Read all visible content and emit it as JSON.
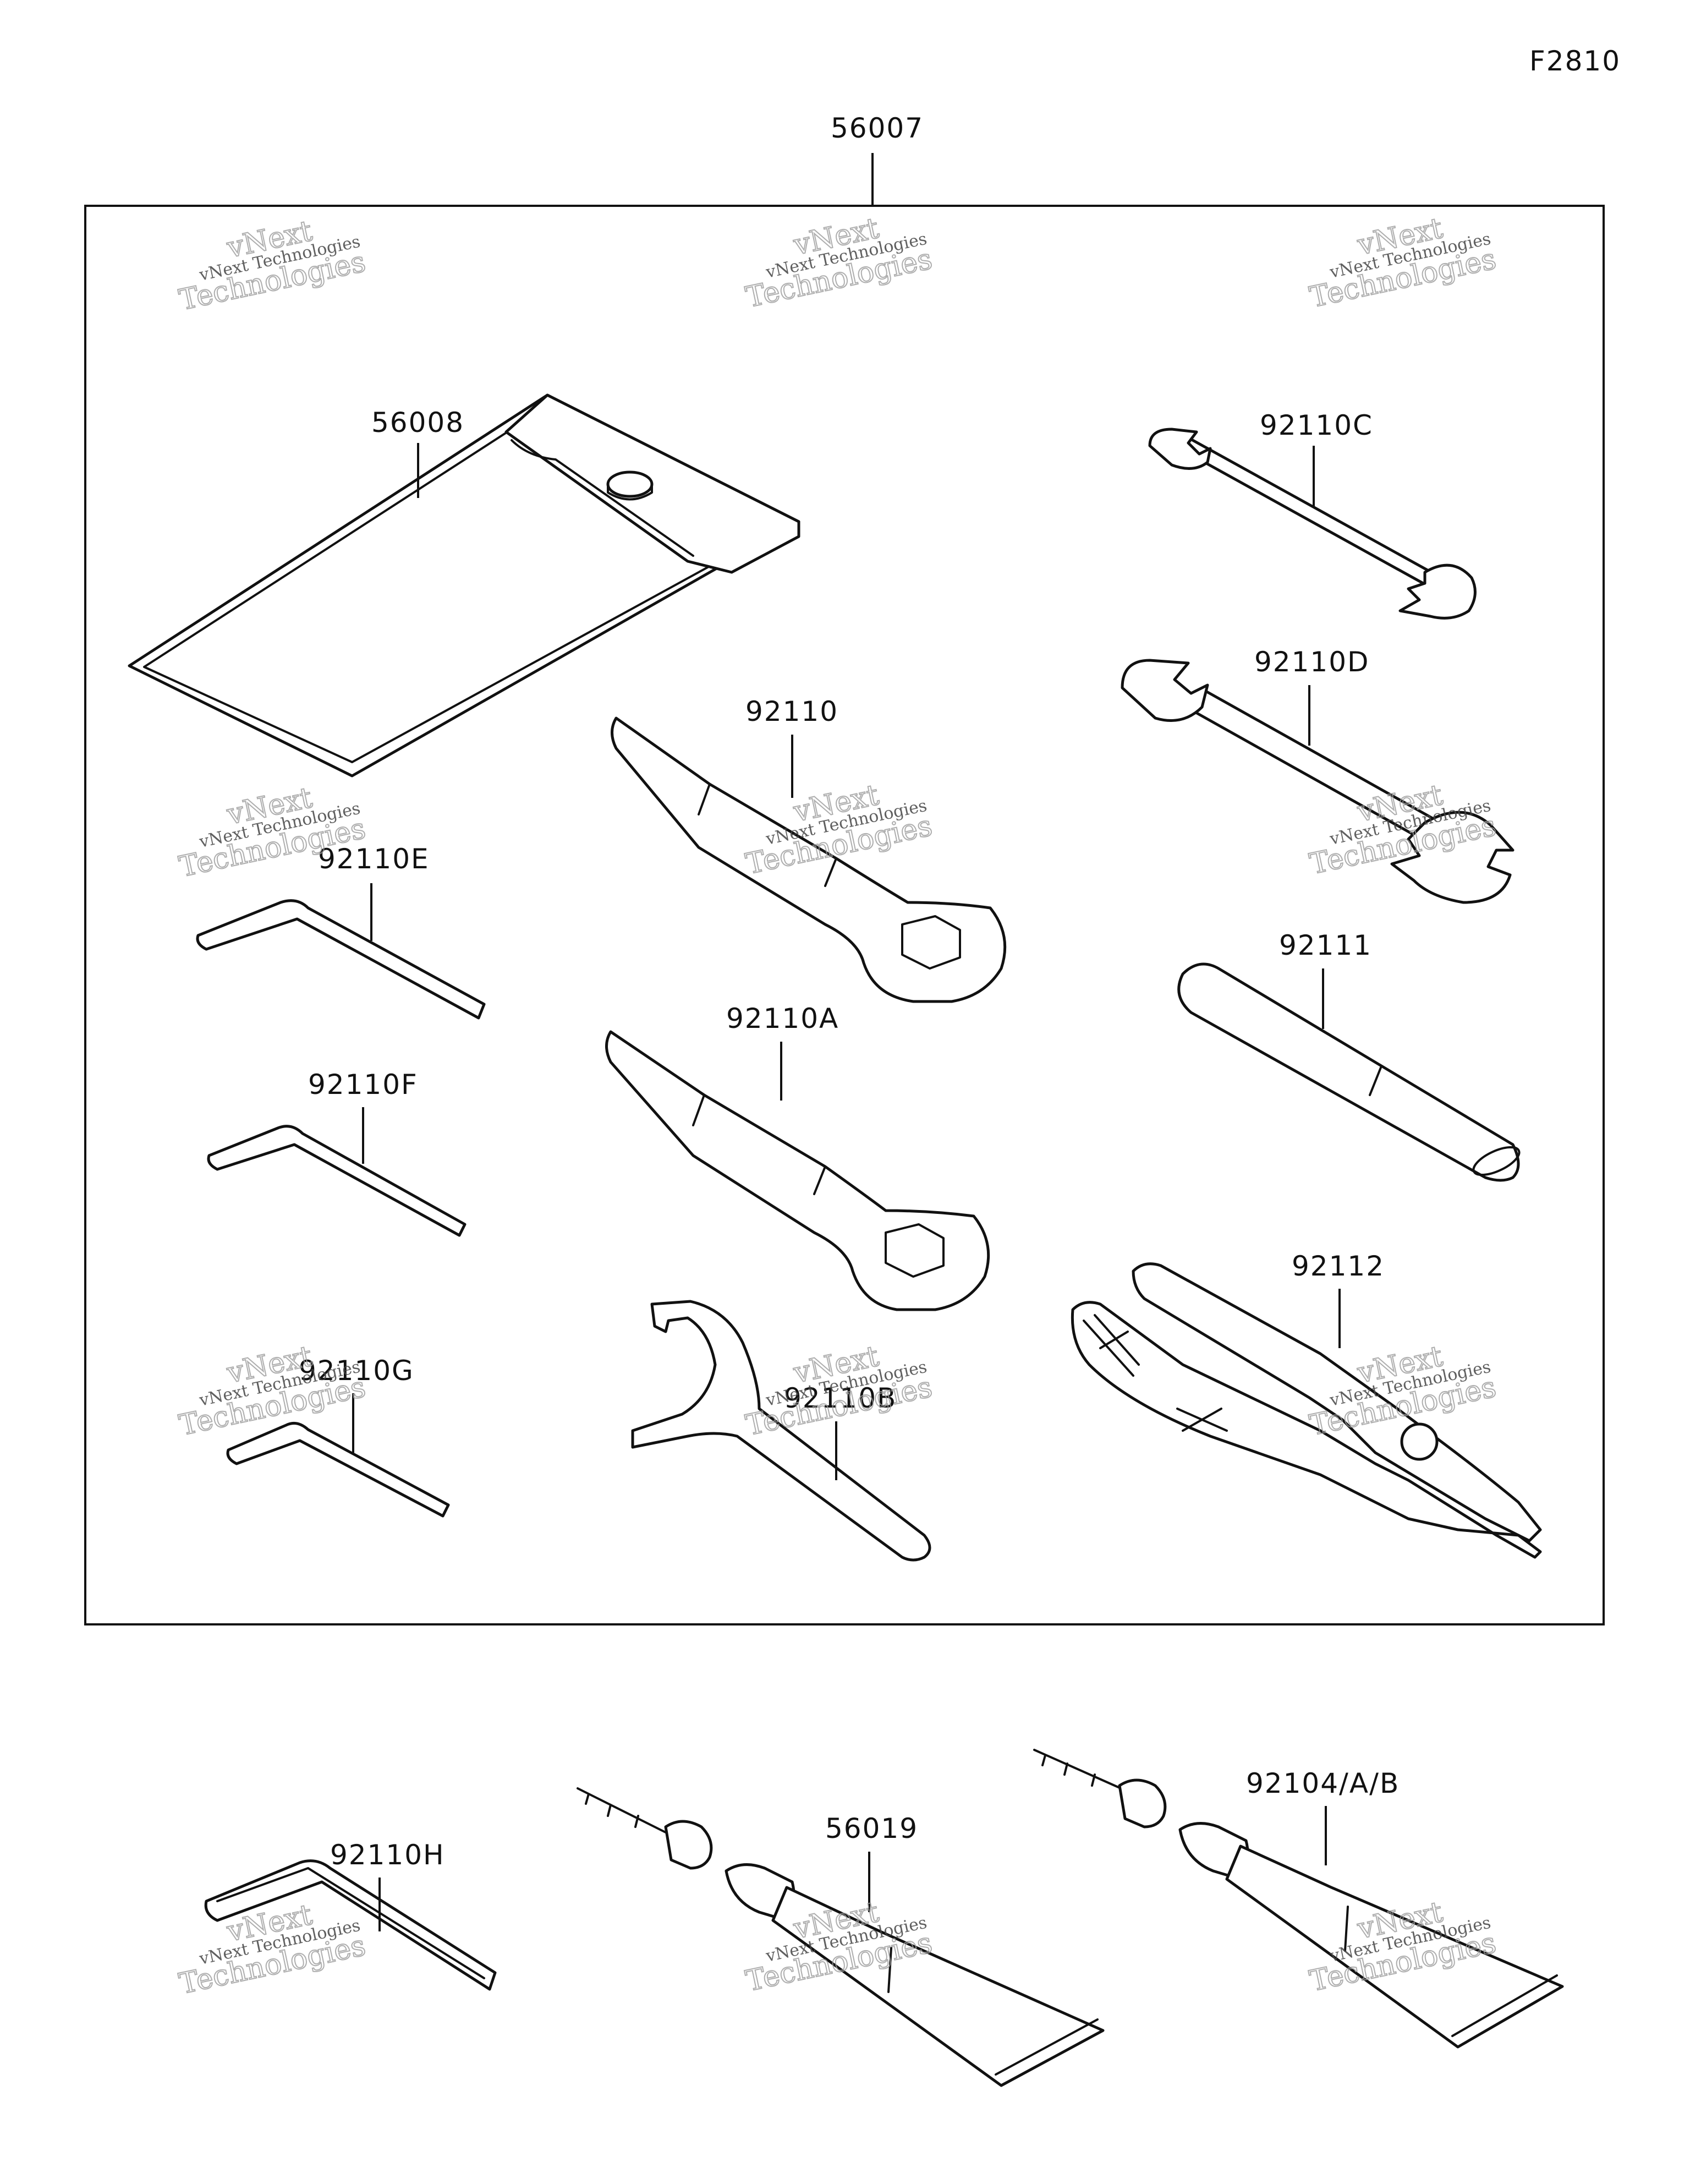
{
  "figure_code": "F2810",
  "kit_label": "56007",
  "watermark": {
    "line1": "vNext Technologies",
    "line2": "vNext",
    "line3": "Technologies"
  },
  "parts": {
    "p56008": "56008",
    "p92110C": "92110C",
    "p92110": "92110",
    "p92110D": "92110D",
    "p92110E": "92110E",
    "p92111": "92111",
    "p92110A": "92110A",
    "p92110F": "92110F",
    "p92112": "92112",
    "p92110G": "92110G",
    "p92110B": "92110B",
    "p92110H": "92110H",
    "p56019": "56019",
    "p92104": "92104/A/B"
  }
}
